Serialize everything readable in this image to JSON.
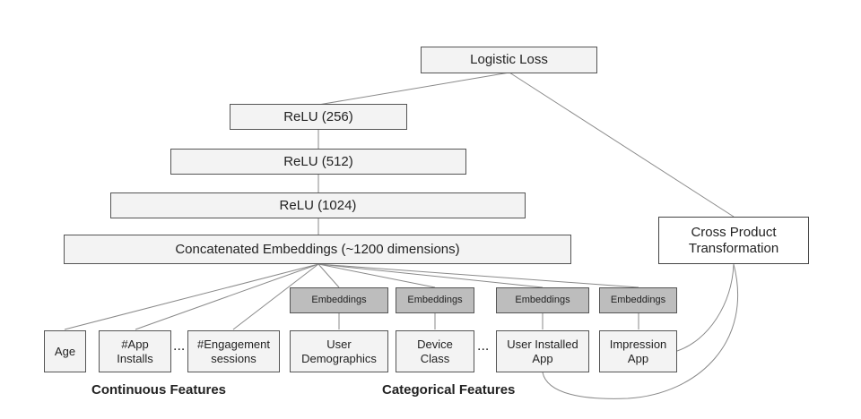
{
  "loss": "Logistic Loss",
  "layers": [
    "ReLU (256)",
    "ReLU (512)",
    "ReLU (1024)"
  ],
  "concat": "Concatenated Embeddings (~1200 dimensions)",
  "cross": "Cross Product\nTransformation",
  "continuous": {
    "features": [
      "Age",
      "#App\nInstalls",
      "#Engagement\nsessions"
    ],
    "ellipsis": "...",
    "label": "Continuous Features"
  },
  "categorical": {
    "embedding_label": "Embeddings",
    "features": [
      "User\nDemographics",
      "Device\nClass",
      "User Installed\nApp",
      "Impression\nApp"
    ],
    "ellipsis": "...",
    "label": "Categorical Features"
  }
}
